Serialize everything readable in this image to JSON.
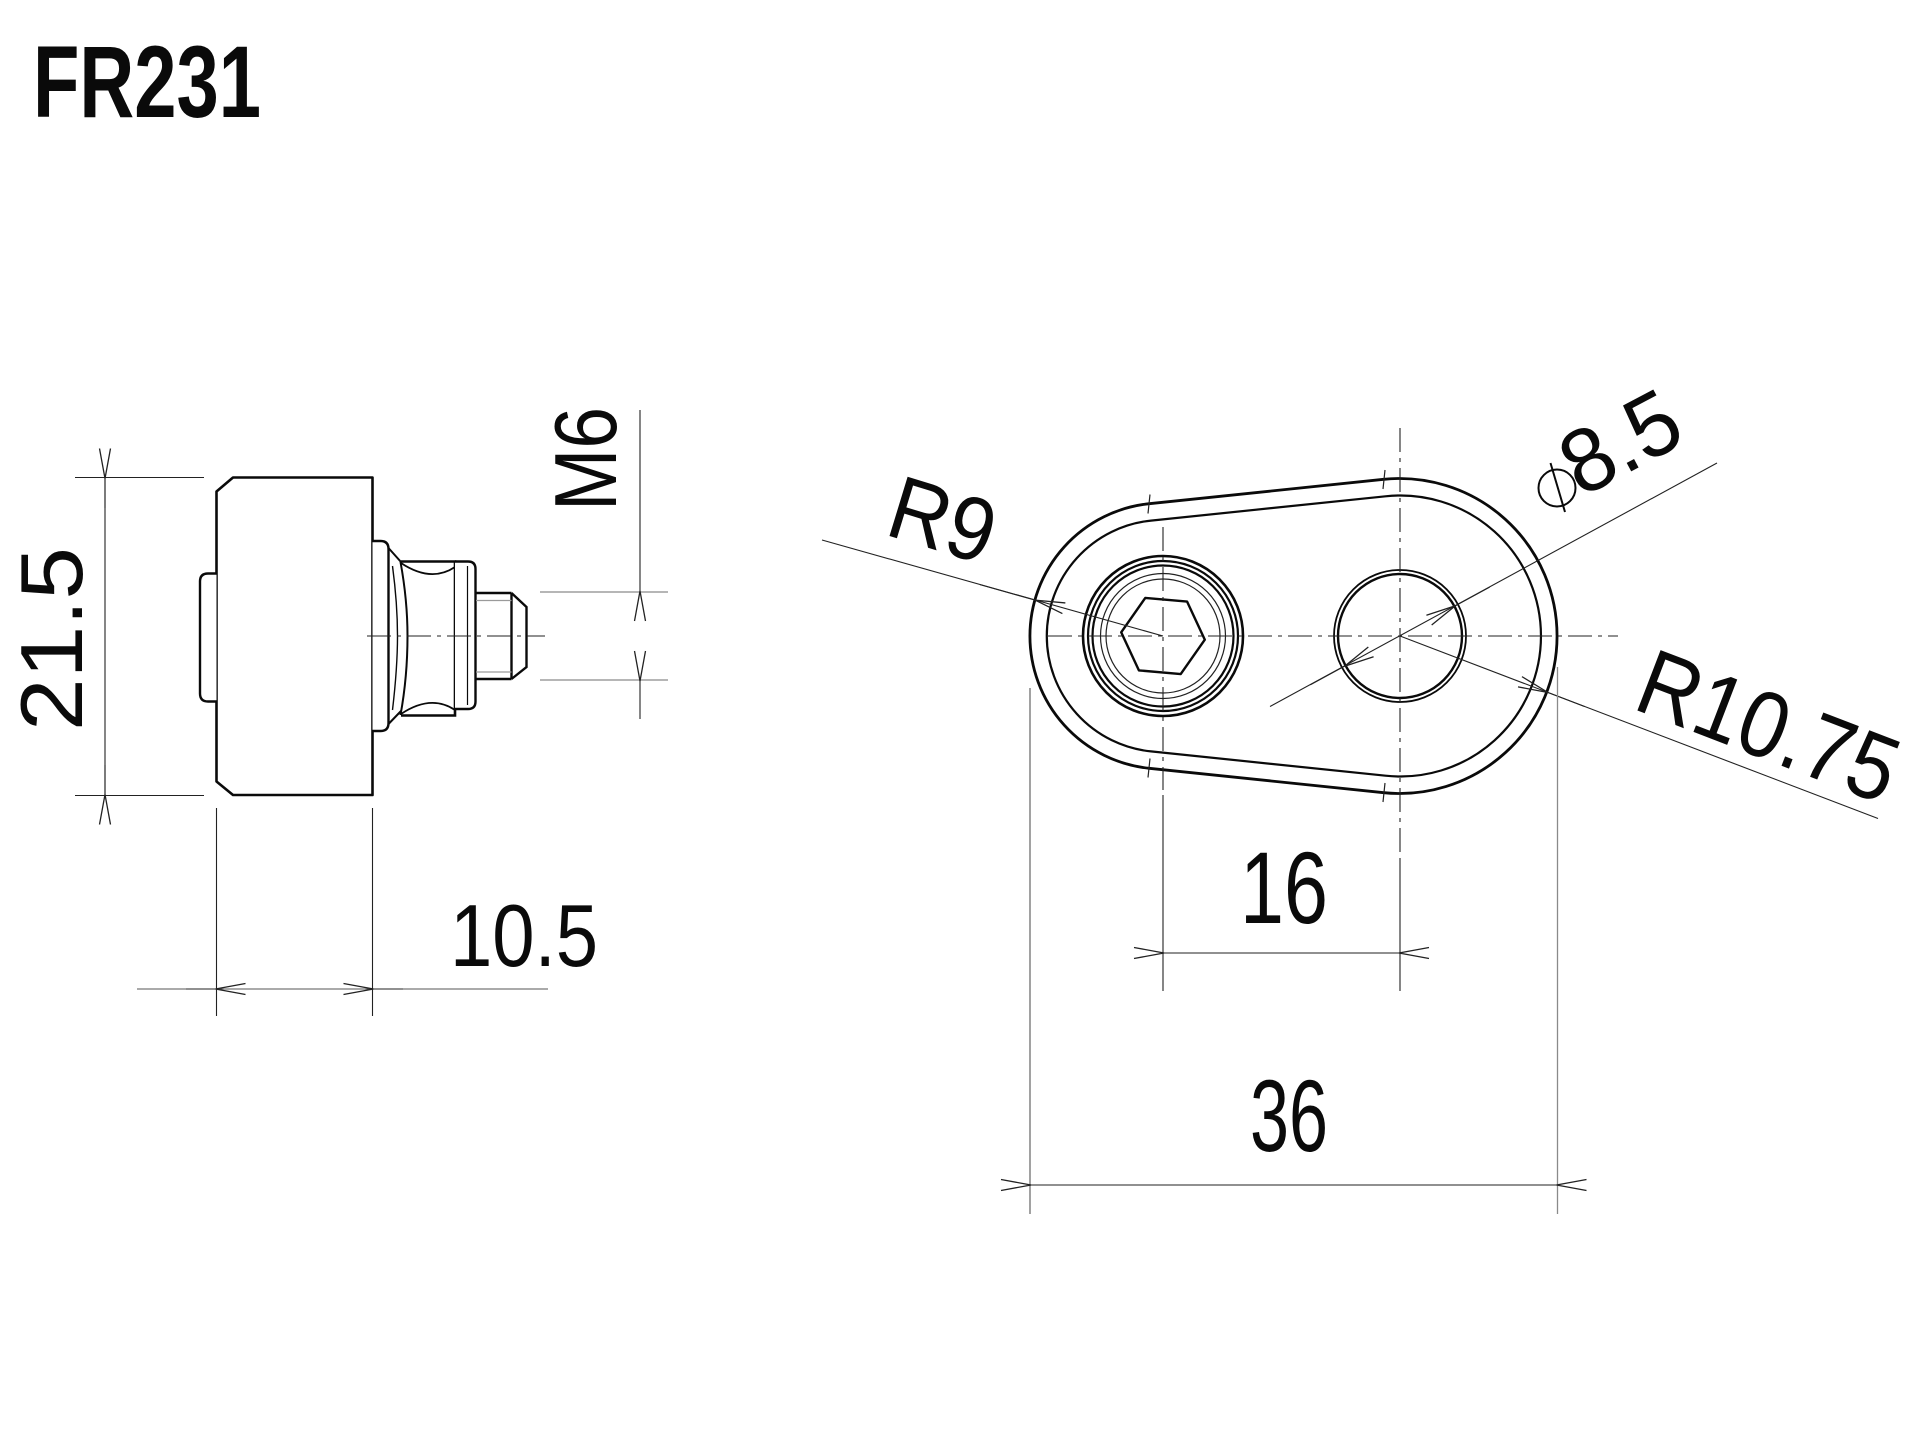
{
  "part_number": "FR231",
  "side_view": {
    "name": "fastener-side-view",
    "height_dim": "21.5",
    "thread_dim": "M6",
    "width_dim": "10.5"
  },
  "top_view": {
    "name": "adapter-plate-top-view",
    "left_radius_dim": "R9",
    "hole_diameter_dim": "8.5",
    "hole_diameter_symbol": "diameter-symbol",
    "right_radius_dim": "R10.75",
    "hole_spacing_dim": "16",
    "overall_length_dim": "36"
  },
  "colors": {
    "outline": "#0a0a0a",
    "thin_line": "#222222",
    "light_line": "#8a8a8a",
    "background": "#ffffff"
  }
}
